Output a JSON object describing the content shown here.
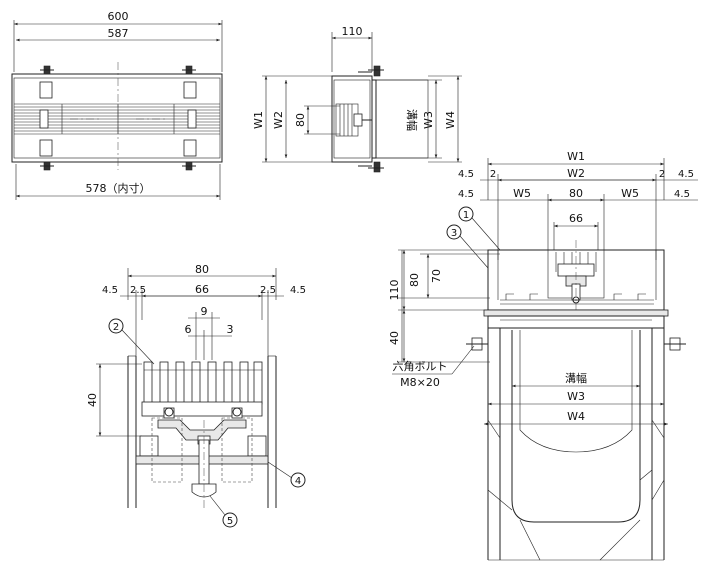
{
  "views": {
    "top_view": {
      "dims": {
        "overall": "600",
        "inner_frame": "587",
        "inner_bottom": "578（内寸）"
      }
    },
    "side_view": {
      "dims": {
        "depth": "110",
        "w1": "W1",
        "w2": "W2",
        "w3": "W3",
        "w4": "W4",
        "h80": "80"
      },
      "label_channel": "溝幅"
    },
    "detail_view": {
      "dims": {
        "overall": "80",
        "left_margin": "4.5",
        "left_gap": "2.5",
        "inner": "66",
        "right_gap": "2.5",
        "right_margin": "4.5",
        "pitch": "9",
        "slot_left": "6",
        "slot_right": "3",
        "height": "40"
      },
      "callouts": {
        "c2": "2",
        "c4": "4",
        "c5": "5"
      }
    },
    "section_view": {
      "dims": {
        "w1": "W1",
        "w2": "W2",
        "m1": "4.5",
        "g1": "2",
        "g2": "2",
        "m2": "4.5",
        "w5_left": "W5",
        "center": "80",
        "w5_right": "W5",
        "m3": "4.5",
        "m4": "4.5",
        "inner66": "66",
        "h80": "80",
        "h70": "70",
        "h110": "110",
        "h40": "40",
        "channel": "溝幅",
        "w3": "W3",
        "w4": "W4"
      },
      "callouts": {
        "c1": "1",
        "c3": "3"
      },
      "bolt_label_1": "六角ボルト",
      "bolt_label_2": "M8×20"
    }
  }
}
